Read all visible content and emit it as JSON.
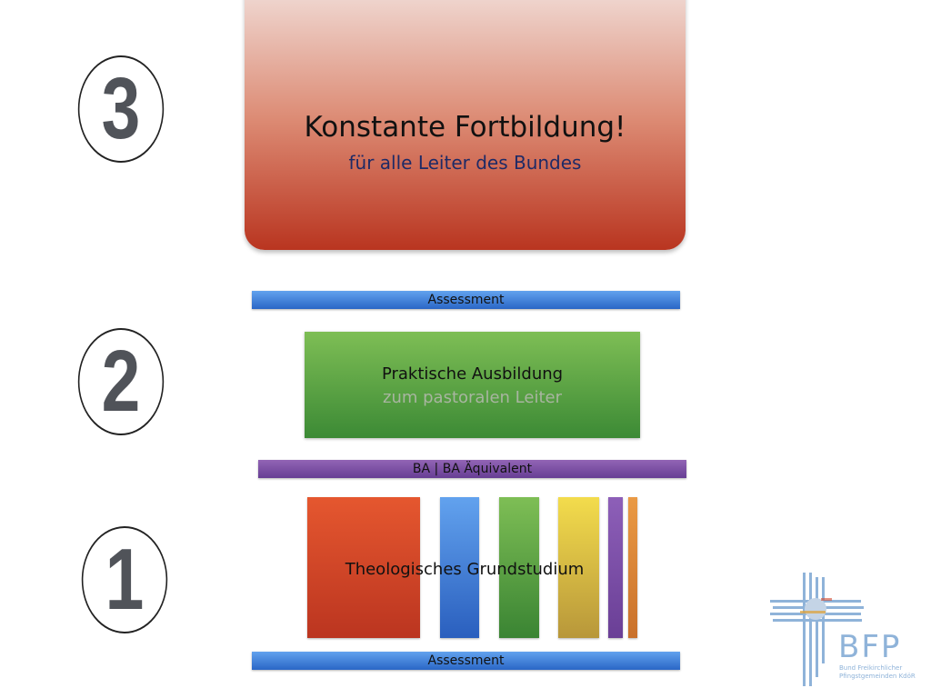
{
  "steps": [
    "3",
    "2",
    "1"
  ],
  "hero": {
    "title": "Konstante Fortbildung!",
    "subtitle": "für alle Leiter des Bundes"
  },
  "assessment_top": "Assessment",
  "practical": {
    "title": "Praktische Ausbildung",
    "subtitle": "zum pastoralen Leiter"
  },
  "ba_bar": "BA | BA Äquivalent",
  "foundation": {
    "label": "Theologisches Grundstudium",
    "column_colors": [
      "#d9472a",
      "#3f7fdc",
      "#56a040",
      "#ddc13c",
      "#7a4fa8",
      "#e08a35"
    ]
  },
  "assessment_bottom": "Assessment",
  "logo": {
    "name": "BFP",
    "subtitle_line1": "Bund Freikirchlicher",
    "subtitle_line2": "Pfingstgemeinden KdöR"
  }
}
